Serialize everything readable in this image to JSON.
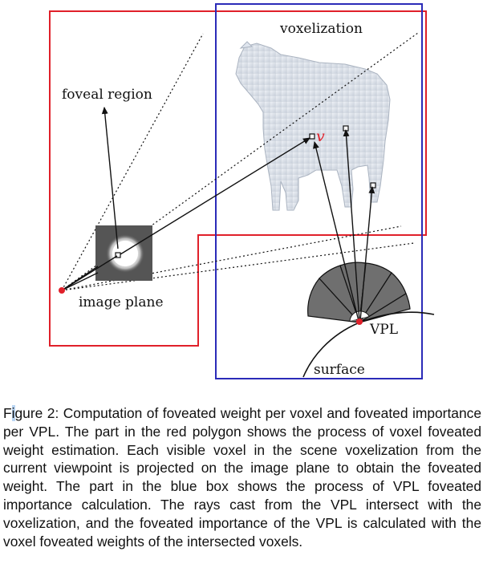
{
  "figure": {
    "labels": {
      "voxelization": "voxelization",
      "foveal_region": "foveal region",
      "voxel": "v",
      "image_plane": "image plane",
      "vpl": "VPL",
      "surface": "surface"
    },
    "colors": {
      "red_polygon": "#e0202a",
      "blue_box": "#2b2bb8",
      "voxel_marker": "#111111",
      "vpl_point": "#e0202a",
      "hemisphere_fill": "#6f6f6f",
      "cow_fill": "#e4e9f0"
    }
  },
  "caption": {
    "prefix": "F",
    "cursor_char": "i",
    "text": "gure 2: Computation of foveated weight per voxel and foveated importance per VPL. The part in the red polygon shows the process of voxel foveated weight estimation. Each visible voxel in the scene voxelization from the current viewpoint is projected on the image plane to obtain the foveated weight.  The part in the blue box shows the process of VPL foveated importance calculation. The rays cast from the VPL intersect with the voxelization, and the foveated importance of the VPL is calculated with the voxel foveated weights of the intersected voxels."
  }
}
